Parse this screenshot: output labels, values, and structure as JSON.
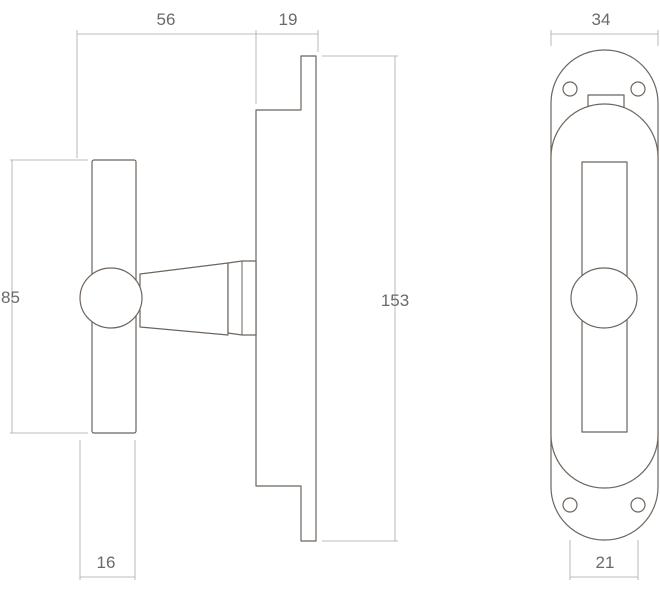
{
  "dimensions": {
    "handle_depth": "56",
    "plate_depth": "19",
    "handle_length": "85",
    "plate_height": "153",
    "grip_width": "16",
    "plate_width": "34",
    "hole_spacing": "21"
  },
  "colors": {
    "outline": "#6e655e",
    "dimension_line": "#a9a9a9",
    "dimension_text": "#6a6a6a",
    "background": "#ffffff"
  }
}
